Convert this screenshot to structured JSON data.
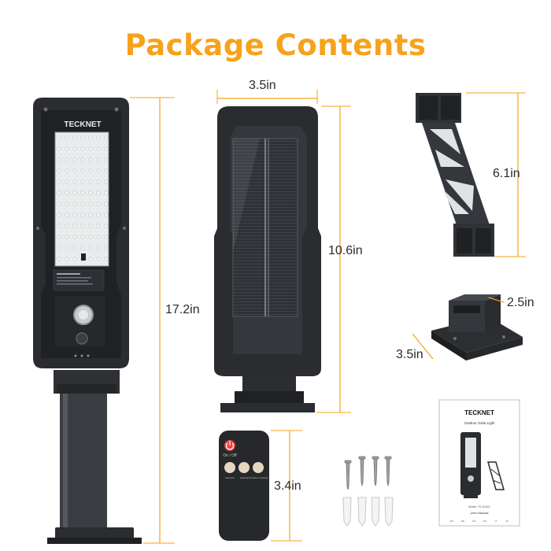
{
  "title": "Package Contents",
  "brand": "TECKNET",
  "accent_color": "#f7a21b",
  "dimensions": {
    "light_height": "17.2in",
    "panel_width": "3.5in",
    "panel_height": "10.6in",
    "bracket_height": "6.1in",
    "mount_width": "2.5in",
    "mount_depth": "3.5in",
    "remote_height": "3.4in"
  },
  "manual": {
    "brand": "TECKNET",
    "subtitle": "Outdoor Solar Light",
    "model": "Model: TK-SL002",
    "heading": "User Manual",
    "languages": [
      "EN",
      "DE",
      "FR",
      "ES",
      "IT",
      "JP"
    ]
  },
  "remote": {
    "power_label": "On / Off",
    "button_labels": [
      "Induction",
      "Lighting",
      "Induction+Lighting"
    ]
  },
  "items": [
    "solar-street-light",
    "solar-panel-back",
    "pole-bracket",
    "base-mount",
    "remote-control",
    "screws",
    "wall-anchors",
    "user-manual"
  ]
}
